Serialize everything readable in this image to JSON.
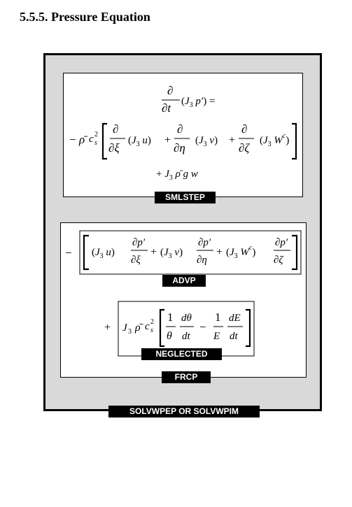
{
  "heading": "5.5.5.  Pressure Equation",
  "labels": {
    "smlstep": "SMLSTEP",
    "advp": "ADVP",
    "neglected": "NEGLECTED",
    "frcp": "FRCP",
    "outer": "SOLVWPEP OR SOLVWPIM"
  },
  "colors": {
    "panel_background": "#d9d9d9",
    "label_background": "#000000",
    "box_background": "#ffffff"
  }
}
